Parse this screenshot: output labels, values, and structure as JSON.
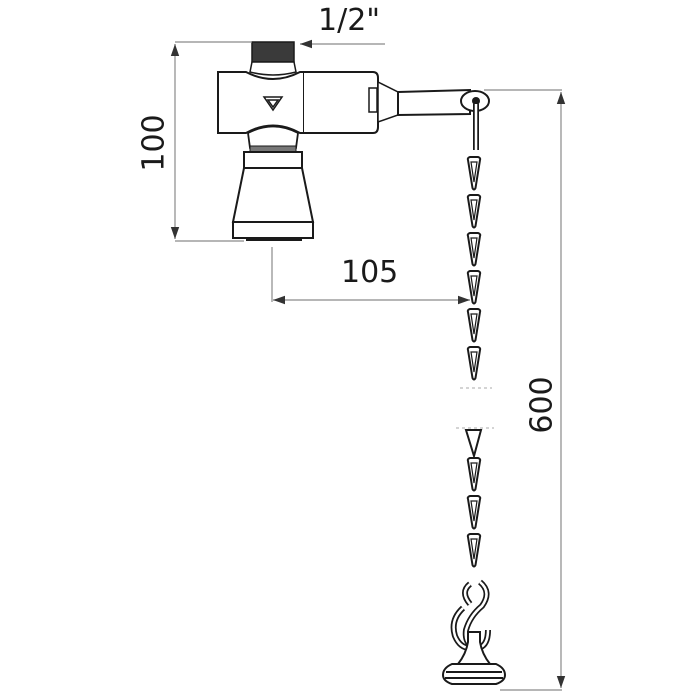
{
  "drawing": {
    "title": "Valve with pull chain – dimension drawing",
    "colors": {
      "line": "#1a1a1a",
      "dim_line": "#8a8a8a",
      "thread": "#3a3a3a",
      "background": "#ffffff"
    },
    "dimensions": {
      "thread_size": "1/2\"",
      "body_height": "100",
      "chain_offset": "105",
      "chain_length": "600"
    },
    "components": [
      "threaded-inlet",
      "valve-body",
      "outlet-nozzle",
      "lever-arm",
      "pull-chain",
      "s-hook",
      "pull-handle"
    ]
  }
}
